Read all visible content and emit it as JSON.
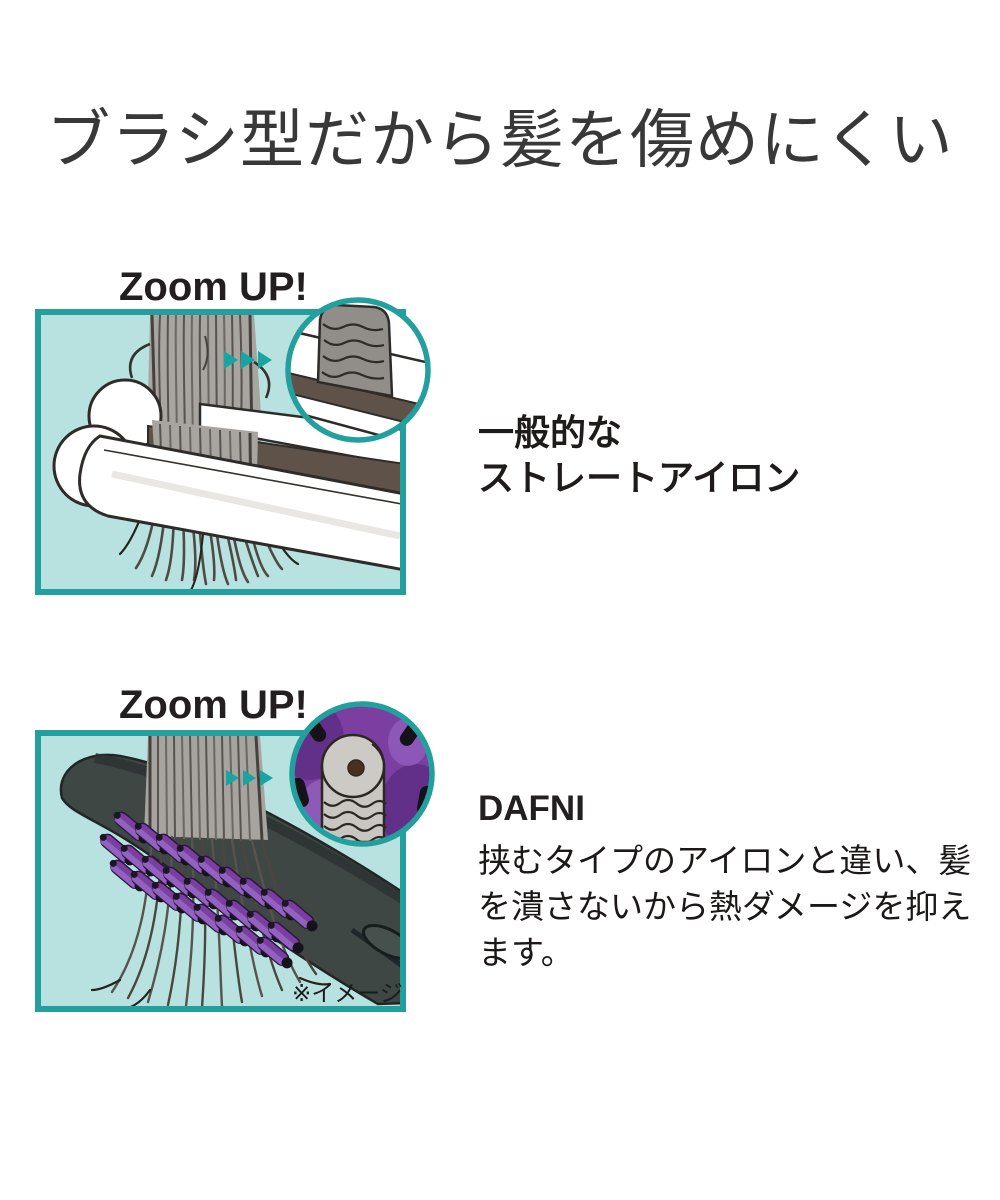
{
  "title": "ブラシ型だから髪を傷めにくい",
  "colors": {
    "teal_border": "#23a09d",
    "teal_fill": "#b8e2e0",
    "arrow_teal": "#18a5a2",
    "brush_purple": "#7b3fa1",
    "iron_plate_brown": "#5f5349",
    "hair_gray": "#a8a5a0",
    "text_dark": "#231f20"
  },
  "sections": [
    {
      "zoom_label": "Zoom UP!",
      "illustration": "conventional-straight-iron-pressing-hair",
      "caption_lines": [
        "一般的な",
        "ストレートアイロン"
      ]
    },
    {
      "zoom_label": "Zoom UP!",
      "illustration": "dafni-brush-iron-with-hair",
      "heading": "DAFNI",
      "description_lines": [
        "挟むタイプのアイロンと違い、髪",
        "を潰さないから熱ダメージを抑え",
        "ます。"
      ],
      "image_note": "※イメージ"
    }
  ]
}
